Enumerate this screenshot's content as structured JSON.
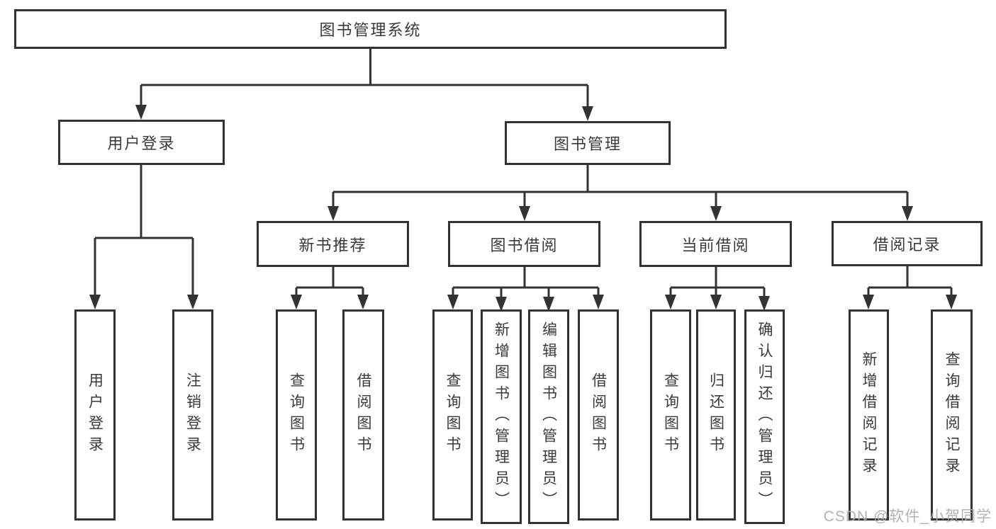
{
  "tree": {
    "root": "图书管理系统",
    "children": [
      {
        "label": "用户登录",
        "children": [
          "用户登录",
          "注销登录"
        ]
      },
      {
        "label": "图书管理",
        "children": [
          {
            "label": "新书推荐",
            "children": [
              "查询图书",
              "借阅图书"
            ]
          },
          {
            "label": "图书借阅",
            "children": [
              "查询图书",
              "新增图书（管理员）",
              "编辑图书（管理员）",
              "借阅图书"
            ]
          },
          {
            "label": "当前借阅",
            "children": [
              "查询图书",
              "归还图书",
              "确认归还（管理员）"
            ]
          },
          {
            "label": "借阅记录",
            "children": [
              "新增借阅记录",
              "查询借阅记录"
            ]
          }
        ]
      }
    ]
  },
  "watermark": {
    "text": "CSDN @软件_小贺同学"
  },
  "colors": {
    "line": "#333333",
    "node_border": "#333333",
    "node_text": "#3a3a3a",
    "watermark": "#acacac",
    "background": "#ffffff"
  }
}
